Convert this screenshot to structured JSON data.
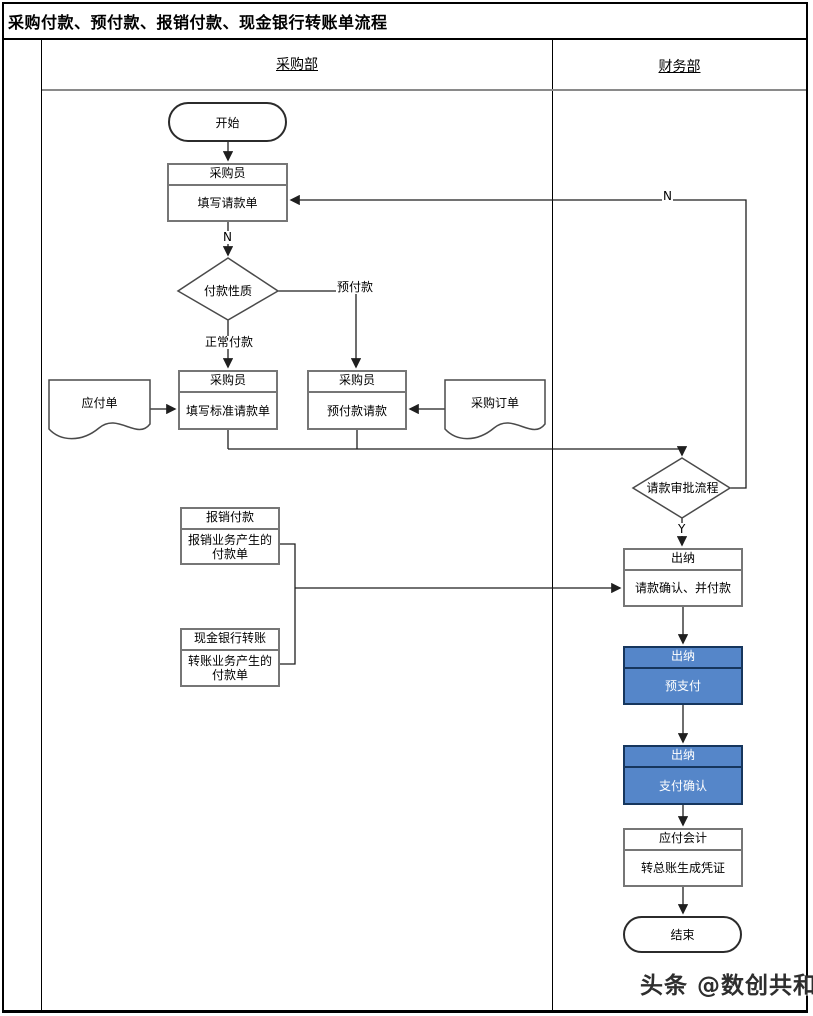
{
  "title": "采购付款、预付款、报销付款、现金银行转账单流程",
  "lanes": [
    {
      "label": "采购部"
    },
    {
      "label": "财务部"
    }
  ],
  "nodes": {
    "start": {
      "label": "开始"
    },
    "fill_request": {
      "header": "采购员",
      "body": "填写请款单"
    },
    "payment_nature": {
      "label": "付款性质"
    },
    "payable_doc": {
      "label": "应付单"
    },
    "fill_standard": {
      "header": "采购员",
      "body": "填写标准请款单"
    },
    "prepay_request": {
      "header": "采购员",
      "body": "预付款请款"
    },
    "purchase_order_doc": {
      "label": "采购订单"
    },
    "approval": {
      "label": "请款审批流程"
    },
    "reimburse": {
      "header": "报销付款",
      "body": "报销业务产生的付款单"
    },
    "cash_transfer": {
      "header": "现金银行转账",
      "body": "转账业务产生的付款单"
    },
    "cashier_confirm": {
      "header": "出纳",
      "body": "请款确认、并付款"
    },
    "cashier_prepay": {
      "header": "出纳",
      "body": "预支付"
    },
    "cashier_payconfirm": {
      "header": "出纳",
      "body": "支付确认"
    },
    "ap_accountant": {
      "header": "应付会计",
      "body": "转总账生成凭证"
    },
    "end": {
      "label": "结束"
    }
  },
  "edge_labels": {
    "to_nature": "N",
    "normal": "正常付款",
    "prepay": "预付款",
    "approval_yes": "Y",
    "approval_no": "N"
  },
  "colors": {
    "accent_blue": "#5586C9",
    "accent_blue_border": "#16365D",
    "box_border": "#767676",
    "line": "#1f1f1f",
    "header_separator": "#8a8a8a"
  },
  "watermark": "头条 @数创共和"
}
